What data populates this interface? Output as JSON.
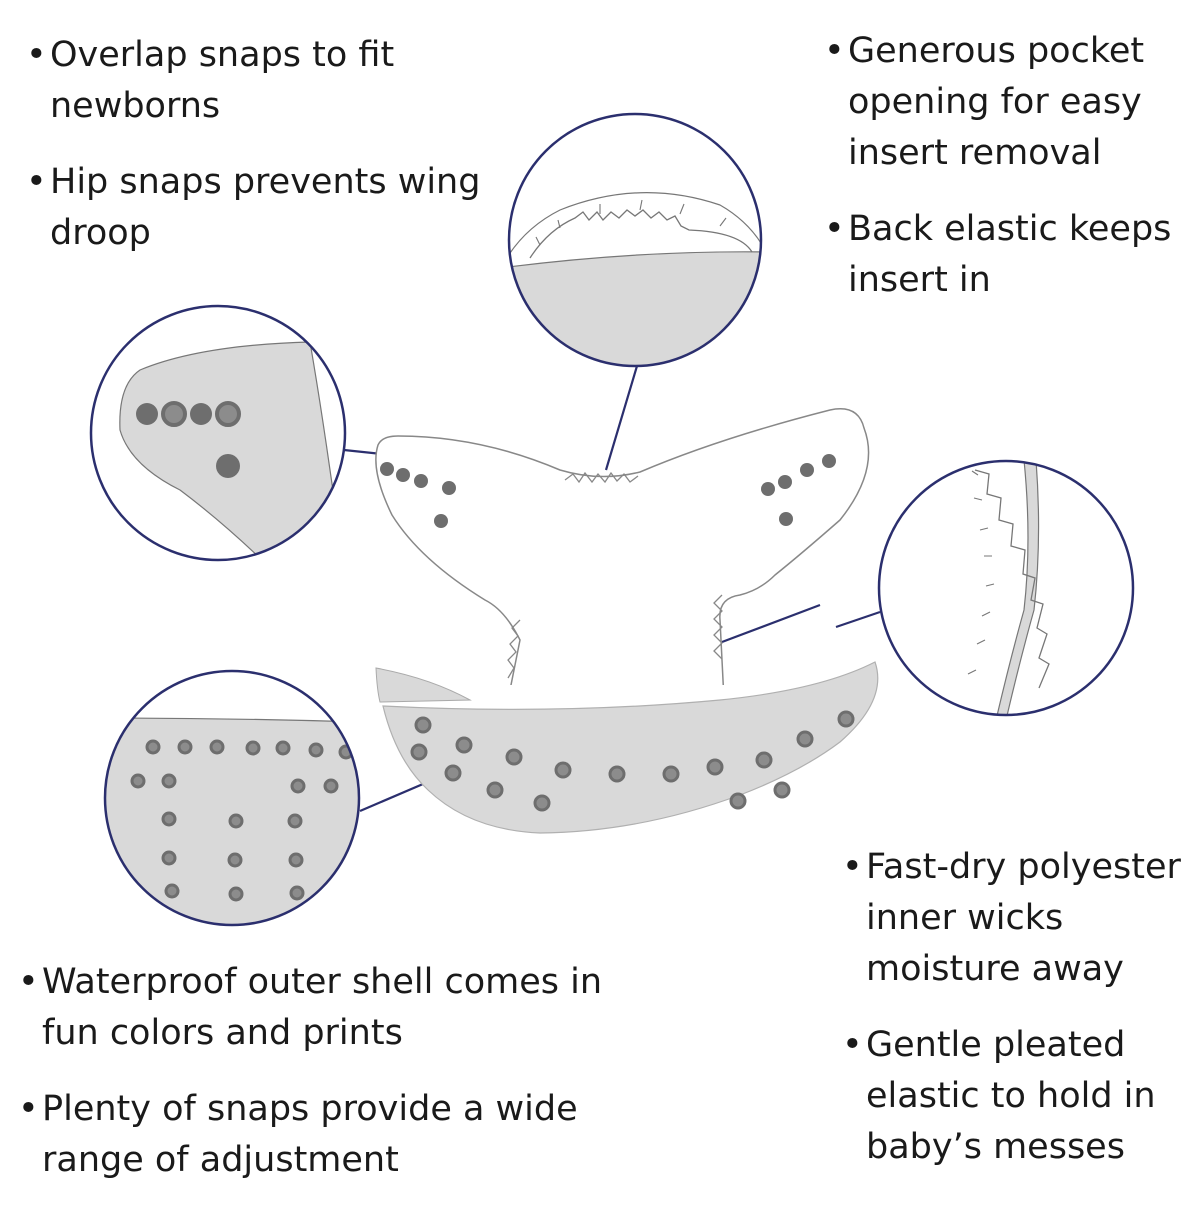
{
  "annotations": {
    "top_left": [
      "Overlap snaps to fit newborns",
      "Hip snaps prevents wing droop"
    ],
    "top_right": [
      "Generous pocket opening for easy insert removal",
      "Back elastic keeps insert in"
    ],
    "bottom_left": [
      "Waterproof outer shell comes in fun colors and prints",
      "Plenty of snaps provide a wide range of adjustment"
    ],
    "bottom_right": [
      "Fast-dry polyester inner wicks moisture away",
      "Gentle pleated elastic to hold in baby’s messes"
    ]
  },
  "colors": {
    "text": "#1a1a1a",
    "circle_border": "#2b2f6e",
    "fabric_fill": "#d9d9d9",
    "outline": "#777777",
    "snap": "#8c8c8c",
    "snap_dark": "#6e6e6e"
  },
  "icons": [
    "overlap-snaps-zoom",
    "pocket-opening-zoom",
    "back-elastic-zoom",
    "snap-grid-zoom",
    "cloth-diaper-illustration"
  ]
}
